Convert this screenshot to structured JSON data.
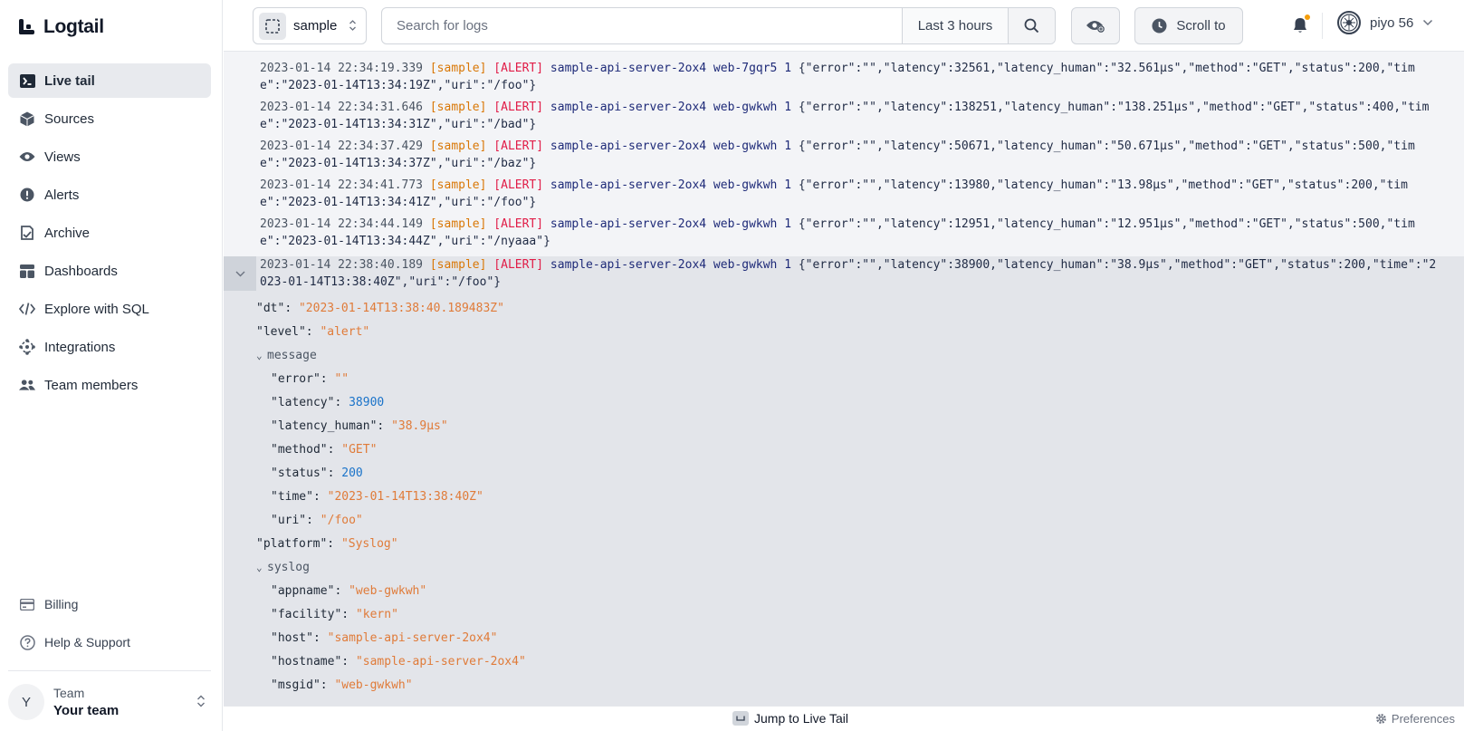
{
  "app": {
    "name": "Logtail"
  },
  "sidebar": {
    "items": [
      {
        "label": "Live tail",
        "icon": "terminal-icon",
        "active": true
      },
      {
        "label": "Sources",
        "icon": "cube-icon"
      },
      {
        "label": "Views",
        "icon": "eye-icon"
      },
      {
        "label": "Alerts",
        "icon": "alert-icon"
      },
      {
        "label": "Archive",
        "icon": "archive-icon"
      },
      {
        "label": "Dashboards",
        "icon": "dashboard-icon"
      },
      {
        "label": "Explore with SQL",
        "icon": "code-icon"
      },
      {
        "label": "Integrations",
        "icon": "integrations-icon"
      },
      {
        "label": "Team members",
        "icon": "users-icon"
      }
    ],
    "bottom_items": [
      {
        "label": "Billing",
        "icon": "credit-card-icon"
      },
      {
        "label": "Help & Support",
        "icon": "help-icon"
      }
    ],
    "team": {
      "avatar_letter": "Y",
      "label": "Team",
      "name": "Your team"
    }
  },
  "topbar": {
    "source": "sample",
    "search_placeholder": "Search for logs",
    "time_range": "Last 3 hours",
    "scroll_to": "Scroll to",
    "user_name": "piyo 56"
  },
  "logs": [
    {
      "ts": "2023-01-14 22:34:19.339",
      "source": "[sample]",
      "level": "[ALERT]",
      "host": "sample-api-server-2ox4 web-7gqr5 1",
      "message": "{\"error\":\"\",\"latency\":32561,\"latency_human\":\"32.561µs\",\"method\":\"GET\",\"status\":200,\"time\":\"2023-01-14T13:34:19Z\",\"uri\":\"/foo\"}"
    },
    {
      "ts": "2023-01-14 22:34:31.646",
      "source": "[sample]",
      "level": "[ALERT]",
      "host": "sample-api-server-2ox4 web-gwkwh 1",
      "message": "{\"error\":\"\",\"latency\":138251,\"latency_human\":\"138.251µs\",\"method\":\"GET\",\"status\":400,\"time\":\"2023-01-14T13:34:31Z\",\"uri\":\"/bad\"}"
    },
    {
      "ts": "2023-01-14 22:34:37.429",
      "source": "[sample]",
      "level": "[ALERT]",
      "host": "sample-api-server-2ox4 web-gwkwh 1",
      "message": "{\"error\":\"\",\"latency\":50671,\"latency_human\":\"50.671µs\",\"method\":\"GET\",\"status\":500,\"time\":\"2023-01-14T13:34:37Z\",\"uri\":\"/baz\"}"
    },
    {
      "ts": "2023-01-14 22:34:41.773",
      "source": "[sample]",
      "level": "[ALERT]",
      "host": "sample-api-server-2ox4 web-gwkwh 1",
      "message": "{\"error\":\"\",\"latency\":13980,\"latency_human\":\"13.98µs\",\"method\":\"GET\",\"status\":200,\"time\":\"2023-01-14T13:34:41Z\",\"uri\":\"/foo\"}"
    },
    {
      "ts": "2023-01-14 22:34:44.149",
      "source": "[sample]",
      "level": "[ALERT]",
      "host": "sample-api-server-2ox4 web-gwkwh 1",
      "message": "{\"error\":\"\",\"latency\":12951,\"latency_human\":\"12.951µs\",\"method\":\"GET\",\"status\":500,\"time\":\"2023-01-14T13:34:44Z\",\"uri\":\"/nyaaa\"}"
    }
  ],
  "expanded_log": {
    "ts": "2023-01-14 22:38:40.189",
    "source": "[sample]",
    "level": "[ALERT]",
    "host": "sample-api-server-2ox4 web-gwkwh 1",
    "message": "{\"error\":\"\",\"latency\":38900,\"latency_human\":\"38.9µs\",\"method\":\"GET\",\"status\":200,\"time\":\"2023-01-14T13:38:40Z\",\"uri\":\"/foo\"}",
    "fields": {
      "dt_key": "\"dt\"",
      "dt": "\"2023-01-14T13:38:40.189483Z\"",
      "level_key": "\"level\"",
      "level": "\"alert\"",
      "message_key": "message",
      "error_key": "\"error\"",
      "error": "\"\"",
      "latency_key": "\"latency\"",
      "latency": "38900",
      "latency_human_key": "\"latency_human\"",
      "latency_human": "\"38.9µs\"",
      "method_key": "\"method\"",
      "method": "\"GET\"",
      "status_key": "\"status\"",
      "status": "200",
      "time_key": "\"time\"",
      "time": "\"2023-01-14T13:38:40Z\"",
      "uri_key": "\"uri\"",
      "uri": "\"/foo\"",
      "platform_key": "\"platform\"",
      "platform": "\"Syslog\"",
      "syslog_key": "syslog",
      "appname_key": "\"appname\"",
      "appname": "\"web-gwkwh\"",
      "facility_key": "\"facility\"",
      "facility": "\"kern\"",
      "host_key": "\"host\"",
      "host": "\"sample-api-server-2ox4\"",
      "hostname_key": "\"hostname\"",
      "hostname": "\"sample-api-server-2ox4\"",
      "msgid_key": "\"msgid\"",
      "msgid": "\"web-gwkwh\""
    }
  },
  "footer": {
    "jump_label": "Jump to Live Tail",
    "preferences": "Preferences"
  },
  "colors": {
    "accent": "#1f2937",
    "alert": "#e11d48",
    "source": "#d97706",
    "string": "#e07b39",
    "number": "#1a73c9",
    "notification_dot": "#f59e0b"
  }
}
